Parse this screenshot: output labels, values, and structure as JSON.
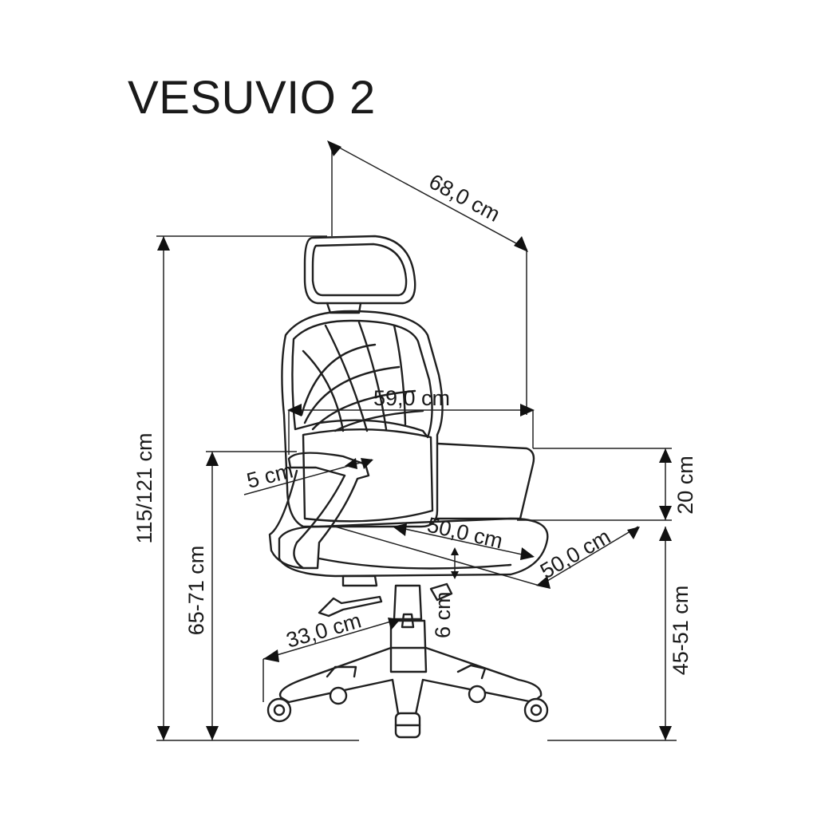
{
  "title": "VESUVIO 2",
  "dimensions": {
    "depth_total": "68,0 cm",
    "width_total": "59,0 cm",
    "height_total": "115/121 cm",
    "armrest_height": "65-71 cm",
    "armrest_adjust": "5 cm",
    "seat_depth": "50,0 cm",
    "seat_width": "50,0 cm",
    "back_height": "20 cm",
    "seat_height": "45-51 cm",
    "seat_adjust": "6 cm",
    "base_radius": "33,0 cm"
  }
}
